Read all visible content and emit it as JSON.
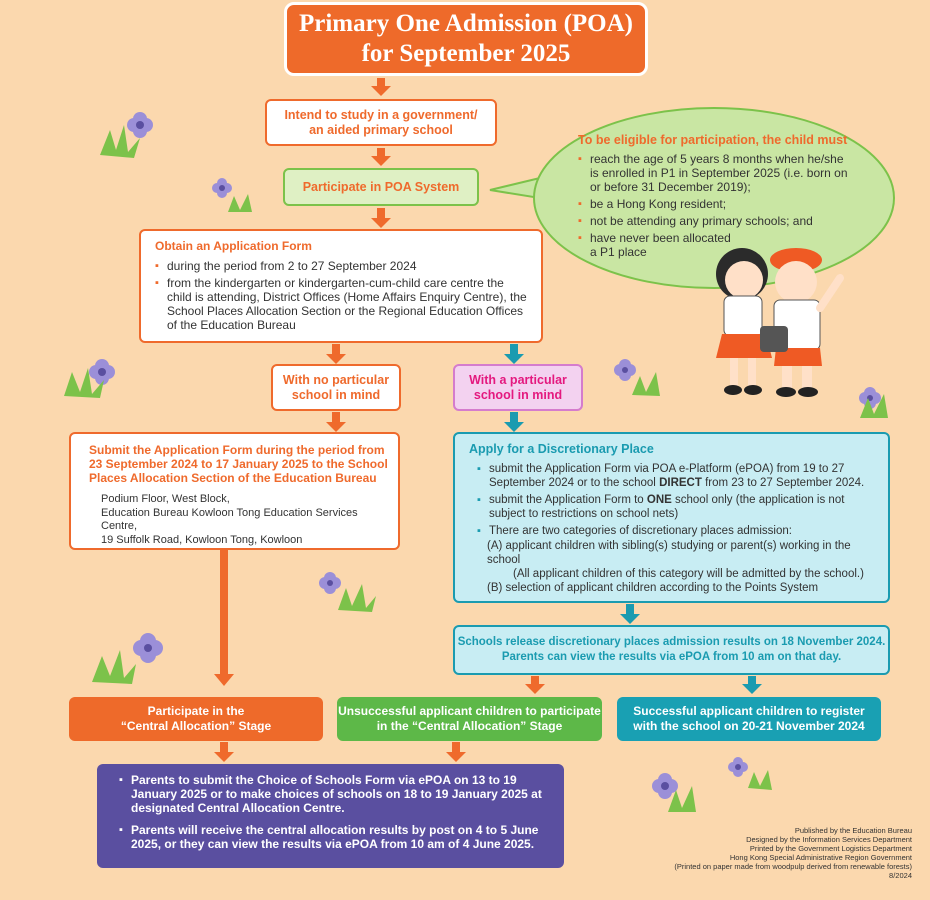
{
  "title": {
    "line1": "Primary One Admission (POA)",
    "line2": "for September 2025"
  },
  "intend": {
    "line1": "Intend to study in a government/",
    "line2": "an aided primary school"
  },
  "participate": "Participate in POA System",
  "eligibility": {
    "heading": "To be eligible for participation, the child must",
    "items": [
      "reach the age of 5 years 8 months when he/she is enrolled in P1 in September 2025 (i.e. born on or before 31 December 2019);",
      "be a Hong Kong resident;",
      "not be attending any primary schools; and",
      "have never been allocated a P1 place"
    ]
  },
  "obtain_form": {
    "heading": "Obtain an Application Form",
    "items": [
      "during the period from 2 to 27 September 2024",
      "from the kindergarten or kindergarten-cum-child care centre the child is attending, District Offices (Home Affairs Enquiry Centre), the School Places Allocation Section or the Regional Education Offices of the Education Bureau"
    ]
  },
  "no_school": {
    "line1": "With no particular",
    "line2": "school in mind"
  },
  "with_school": {
    "line1": "With a particular",
    "line2": "school in mind"
  },
  "submit_form": {
    "heading": "Submit the Application Form during the period from 23 September 2024 to 17 January 2025 to the School Places Allocation Section of the Education Bureau",
    "address": [
      "Podium Floor, West Block,",
      "Education Bureau Kowloon Tong Education Services Centre,",
      "19 Suffolk Road, Kowloon Tong, Kowloon"
    ]
  },
  "discretionary": {
    "heading": "Apply for a Discretionary Place",
    "item1_a": "submit the Application Form via POA e-Platform (ePOA) from 19 to 27 September 2024 or to the school ",
    "item1_b": "DIRECT",
    "item1_c": " from 23 to 27 September 2024.",
    "item2_a": "submit the Application Form to ",
    "item2_b": "ONE",
    "item2_c": " school only (the application is not subject to restrictions on school nets)",
    "item3": "There are two categories of discretionary places admission:",
    "catA": "(A) applicant children with sibling(s) studying or parent(s) working in the school",
    "catA_note": "(All applicant children of this category will be admitted by the school.)",
    "catB": "(B) selection of applicant children according to the Points System"
  },
  "release": {
    "line1": "Schools release discretionary places admission results on 18 November 2024.",
    "line2": "Parents can view the results via ePOA from 10 am on that day."
  },
  "central": {
    "line1": "Participate in the",
    "line2": "“Central Allocation” Stage"
  },
  "unsuccessful": {
    "line1": "Unsuccessful applicant children to participate",
    "line2": "in the “Central Allocation” Stage"
  },
  "successful": {
    "line1": "Successful applicant children to register",
    "line2": "with the school on 20-21 November 2024"
  },
  "final": {
    "items": [
      "Parents to submit the Choice of Schools Form via ePOA on 13 to 19 January 2025 or to make choices of schools on 18 to 19 January 2025 at designated Central Allocation Centre.",
      "Parents will receive the central allocation results by post on 4 to 5 June 2025, or they can view the results via ePOA from 10 am of 4 June 2025."
    ]
  },
  "footer": [
    "Published by the Education Bureau",
    "Designed by the Information Services Department",
    "Printed by the Government Logistics Department",
    "Hong Kong Special Administrative Region Government",
    "(Printed on paper made from woodpulp derived from renewable forests)",
    "8/2024"
  ],
  "colors": {
    "orange": "#ef6a2c",
    "green": "#7cc24a",
    "teal": "#1a9bb0",
    "pink": "#e4197f",
    "purple": "#5a4fa0",
    "background": "#fbd8ae"
  }
}
